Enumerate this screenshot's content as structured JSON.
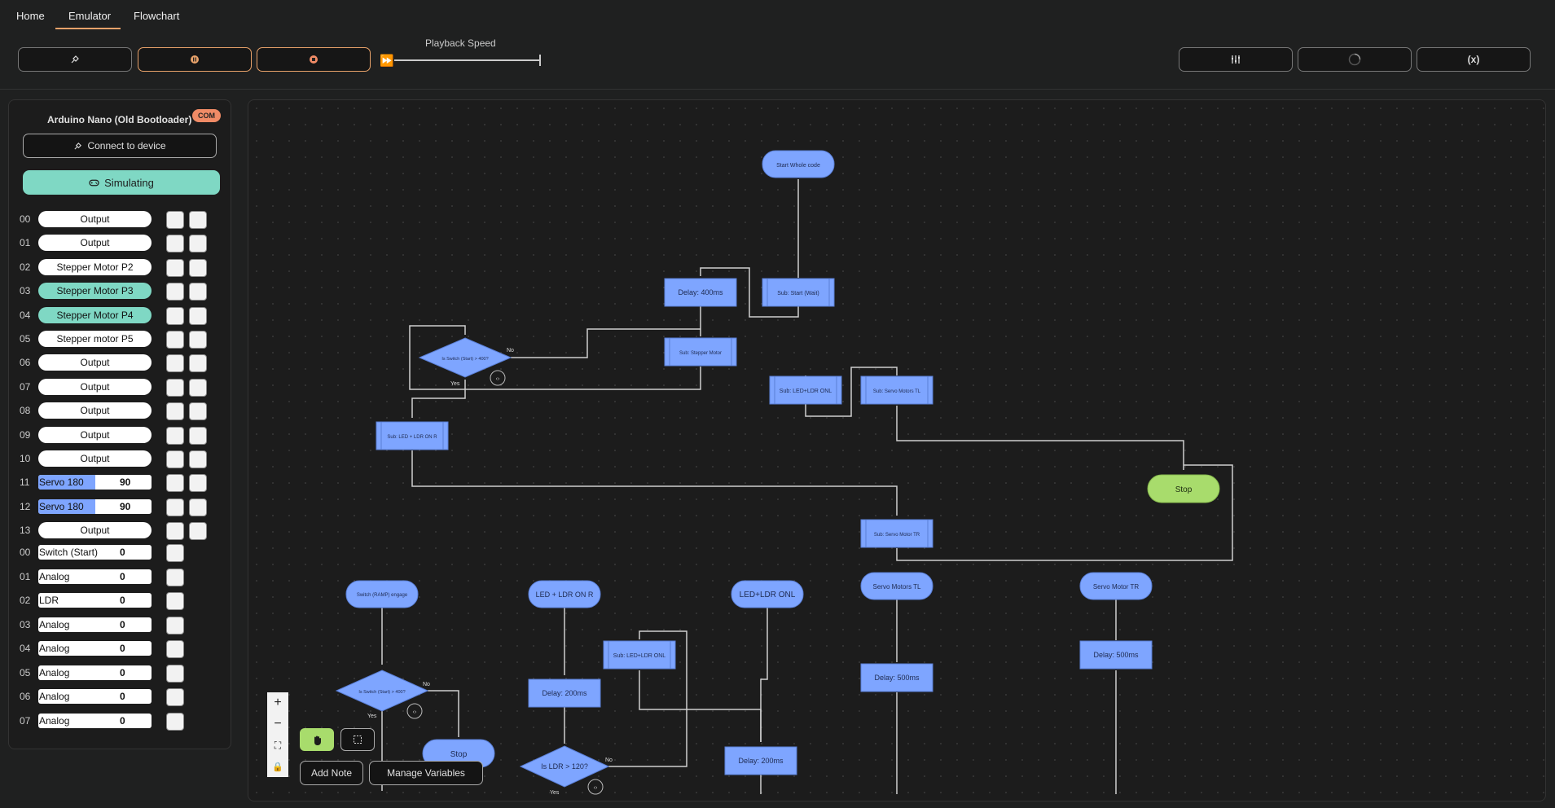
{
  "nav": {
    "tabs": [
      "Home",
      "Emulator",
      "Flowchart"
    ],
    "active": "Emulator"
  },
  "toolbar": {
    "playback_label": "Playback Speed",
    "buttons_left": [
      "connect-plug-icon",
      "pause-icon",
      "stop-icon"
    ],
    "buttons_right": [
      "sliders-icon",
      "loading-spinner-icon",
      "variable-icon"
    ],
    "variable_glyph": "(x)"
  },
  "device": {
    "name": "Arduino Nano (Old Bootloader)",
    "badge": "COM",
    "connect_label": "Connect to device",
    "simulating_label": "Simulating"
  },
  "digital_pins": [
    {
      "num": "00",
      "label": "Output",
      "style": "white"
    },
    {
      "num": "01",
      "label": "Output",
      "style": "white"
    },
    {
      "num": "02",
      "label": "Stepper Motor P2",
      "style": "white"
    },
    {
      "num": "03",
      "label": "Stepper Motor P3",
      "style": "teal"
    },
    {
      "num": "04",
      "label": "Stepper Motor P4",
      "style": "teal"
    },
    {
      "num": "05",
      "label": "Stepper motor P5",
      "style": "white"
    },
    {
      "num": "06",
      "label": "Output",
      "style": "white"
    },
    {
      "num": "07",
      "label": "Output",
      "style": "white"
    },
    {
      "num": "08",
      "label": "Output",
      "style": "white"
    },
    {
      "num": "09",
      "label": "Output",
      "style": "white"
    },
    {
      "num": "10",
      "label": "Output",
      "style": "white"
    },
    {
      "num": "11",
      "label": "Servo 180",
      "value": "90",
      "fill": 0.5,
      "style": "servo"
    },
    {
      "num": "12",
      "label": "Servo 180",
      "value": "90",
      "fill": 0.5,
      "style": "servo"
    },
    {
      "num": "13",
      "label": "Output",
      "style": "white"
    }
  ],
  "analog_pins": [
    {
      "num": "00",
      "label": "Switch (Start)",
      "value": "0"
    },
    {
      "num": "01",
      "label": "Analog",
      "value": "0"
    },
    {
      "num": "02",
      "label": "LDR",
      "value": "0"
    },
    {
      "num": "03",
      "label": "Analog",
      "value": "0"
    },
    {
      "num": "04",
      "label": "Analog",
      "value": "0"
    },
    {
      "num": "05",
      "label": "Analog",
      "value": "0"
    },
    {
      "num": "06",
      "label": "Analog",
      "value": "0"
    },
    {
      "num": "07",
      "label": "Analog",
      "value": "0"
    }
  ],
  "flowchart": {
    "start_whole": "Start Whole code",
    "sub_start_wait": "Sub: Start (Wait)",
    "delay_400": "Delay: 400ms",
    "sub_stepper": "Sub: Stepper Motor",
    "is_switch_1": "Is Switch (Start) > 400?",
    "no": "No",
    "yes": "Yes",
    "sub_led_ldr_onl": "Sub: LED+LDR ONL",
    "sub_servo_tl": "Sub: Servo Motors TL",
    "sub_led_ldr_r": "Sub: LED + LDR ON R",
    "stop": "Stop",
    "sub_servo_tr": "Sub: Servo Motor TR",
    "switch_engage": "Switch (RAMP) engage",
    "is_switch_2": "Is Switch (Start) > 400?",
    "stop2": "Stop",
    "led_ldr_on_r": "LED + LDR ON R",
    "sub_led_ldr_onl2": "Sub: LED+LDR ONL",
    "delay_200a": "Delay: 200ms",
    "is_ldr": "Is LDR > 120?",
    "led_ldr_onl": "LED+LDR ONL",
    "delay_200b": "Delay: 200ms",
    "servo_tl": "Servo Motors TL",
    "delay_500a": "Delay: 500ms",
    "servo_tr": "Servo Motor TR",
    "delay_500b": "Delay: 500ms"
  },
  "canvas_controls": {
    "zoom_in": "+",
    "zoom_out": "−",
    "fit": "⛶",
    "lock": "🔒"
  },
  "canvas_tools": {
    "add_note": "Add Note",
    "manage_variables": "Manage Variables"
  },
  "colors": {
    "node_fill": "#7ea5ff",
    "node_border": "#5a7fd6",
    "stop_fill": "#a8dc6c",
    "accent_orange": "#e8a26a",
    "teal": "#7fd8c4"
  }
}
